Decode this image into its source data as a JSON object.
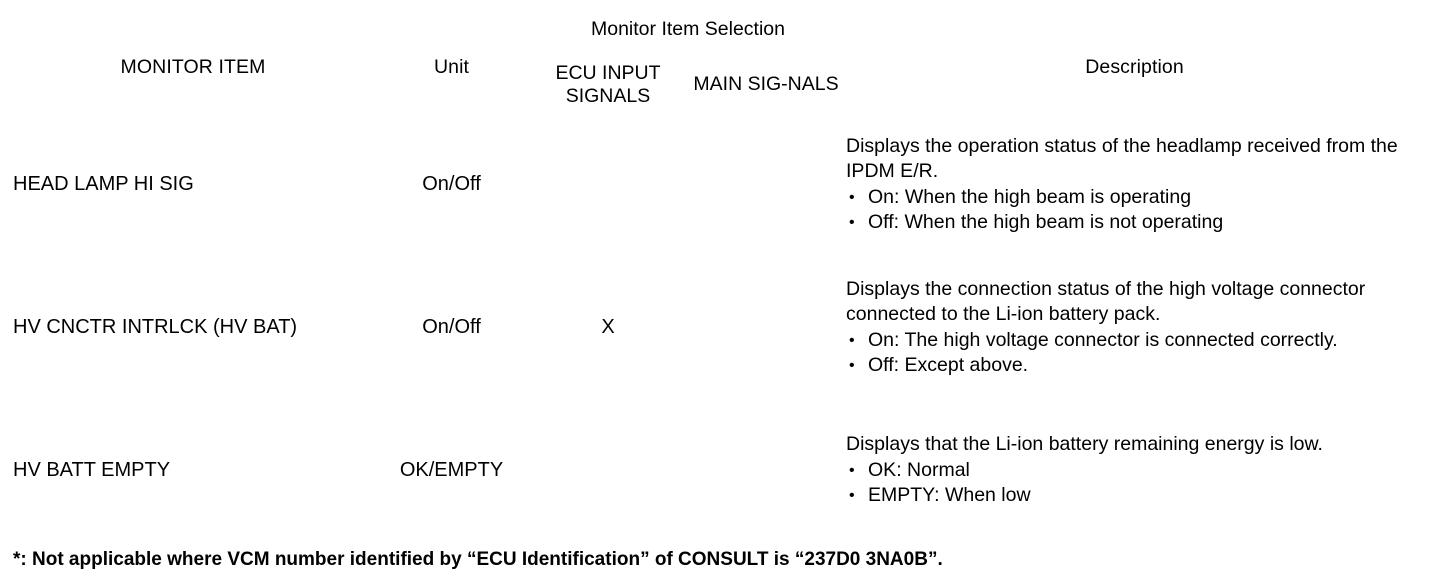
{
  "table": {
    "columns": {
      "monitor_item": "MONITOR ITEM",
      "unit": "Unit",
      "group_title": "Monitor Item Selection",
      "ecu_input_signals": "ECU INPUT SIGNALS",
      "main_signals": "MAIN SIG-NALS",
      "description": "Description"
    },
    "rows": [
      {
        "monitor_item": "HEAD LAMP HI SIG",
        "unit": "On/Off",
        "ecu_input_signals": "",
        "main_signals": "",
        "description_paragraph": "Displays the operation status of the headlamp received from the IPDM E/R.",
        "description_bullets": [
          "On: When the high beam is operating",
          "Off: When the high beam is not operating"
        ]
      },
      {
        "monitor_item": "HV CNCTR INTRLCK (HV BAT)",
        "unit": "On/Off",
        "ecu_input_signals": "X",
        "main_signals": "",
        "description_paragraph": "Displays the connection status of the high voltage connector connected to the Li-ion battery pack.",
        "description_bullets": [
          "On: The high voltage connector is connected correctly.",
          "Off: Except above."
        ]
      },
      {
        "monitor_item": "HV BATT EMPTY",
        "unit": "OK/EMPTY",
        "ecu_input_signals": "",
        "main_signals": "",
        "description_paragraph": "Displays that the Li-ion battery remaining energy is low.",
        "description_bullets": [
          "OK: Normal",
          "EMPTY: When low"
        ]
      }
    ],
    "bullet_glyph": "•"
  },
  "footnote": "*: Not applicable where VCM number identified by “ECU Identification” of CONSULT is “237D0 3NA0B”.",
  "colors": {
    "text": "#000000",
    "rule": "#000000",
    "background": "#ffffff"
  }
}
